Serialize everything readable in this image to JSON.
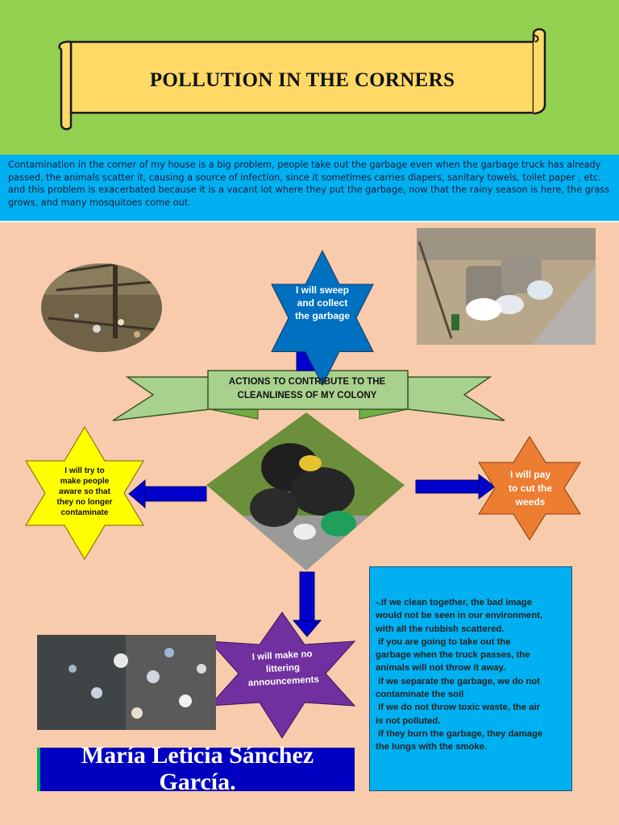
{
  "header": {
    "background": "#92d050",
    "title": "POLLUTION IN THE CORNERS",
    "scroll_color": "#ffd966"
  },
  "intro": {
    "background": "#00b0f0",
    "text": "Contamination in the corner of my house is a big problem, people take out the garbage even when the garbage truck has already passed, the animals scatter it, causing a source of infection, since it sometimes carries diapers, sanitary towels, toilet paper , etc. and this problem is exacerbated because it is a vacant lot where they put the garbage, now that the rainy season is here, the grass grows, and many mosquitoes come out."
  },
  "poster": {
    "background": "#f8cbad"
  },
  "ribbon": {
    "color": "#a9d18e",
    "line1": "ACTIONS TO CONTRIBUTE TO THE",
    "line2": "CLEANLINESS OF MY COLONY"
  },
  "stars": {
    "top": {
      "color": "#0070c0",
      "lines": [
        "I will sweep",
        "and collect",
        "the garbage"
      ]
    },
    "left": {
      "color": "#ffff00",
      "lines": [
        "I will try to",
        "make people",
        "aware so that",
        "they no longer",
        "contaminate"
      ]
    },
    "right": {
      "color": "#ed7d31",
      "lines": [
        "I will pay",
        "to cut the",
        "weeds"
      ]
    },
    "bottom": {
      "color": "#7030a0",
      "lines": [
        "I will make no",
        "littering",
        "announcements"
      ]
    }
  },
  "arrows": {
    "color": "#0000cc"
  },
  "reasons": {
    "background": "#00b0f0",
    "lines": [
      "-.If we clean together, the bad image",
      "would not be seen in our environment,",
      "with all the rubbish scattered.",
      " if you are going to take out the",
      "garbage when the truck passes, the",
      "animals will not throw it away.",
      " if we separate the garbage, we do not",
      "contaminate the soil",
      " If we do not throw toxic waste, the air",
      "is not polluted.",
      " if they burn the garbage, they damage",
      "the lungs with the smoke."
    ]
  },
  "author": {
    "background": "#0000c0",
    "line1": "María Leticia Sánchez",
    "line2": "García."
  }
}
